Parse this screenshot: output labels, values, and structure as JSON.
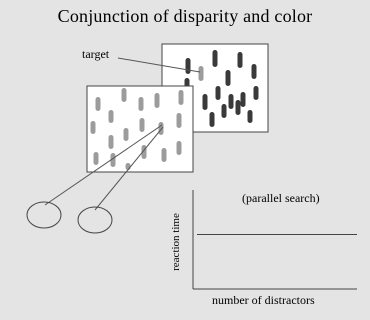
{
  "title": "Conjunction of disparity and color",
  "labels": {
    "target": "target",
    "parallel_search": "(parallel search)",
    "x_axis": "number of distractors",
    "y_axis": "reaction time"
  },
  "colors": {
    "background": "#e4e4e4",
    "panel_fill": "#ffffff",
    "dark_bar": "#3a3a3a",
    "light_bar": "#9c9c9c",
    "line": "#555555"
  },
  "graph": {
    "line_level_fraction": 0.55
  }
}
